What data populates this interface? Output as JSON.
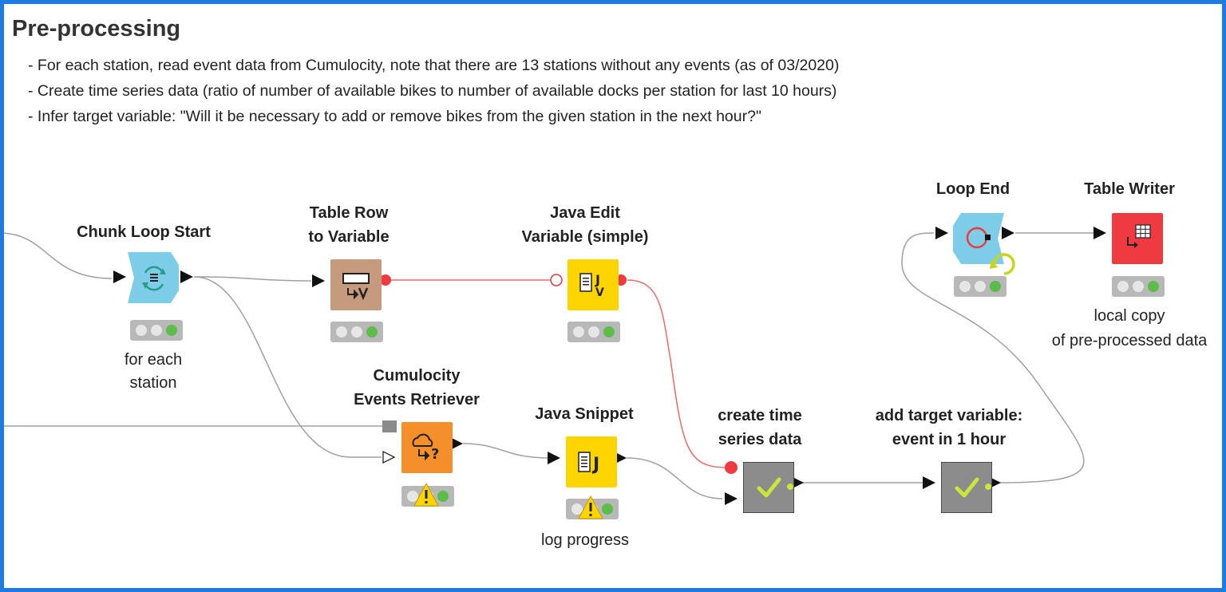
{
  "annotation": {
    "title": "Pre-processing",
    "lines": [
      " -  For each station, read event data from Cumulocity, note that there are 13 stations without any events (as of 03/2020)",
      " - Create time series data (ratio of number of available bikes to number of available docks per station for last 10 hours)",
      " - Infer target variable: \"Will it be necessary to add or remove bikes from the given station in the next hour?\""
    ]
  },
  "nodes": {
    "chunk_loop_start": {
      "title": "Chunk Loop Start",
      "caption_1": "for each",
      "caption_2": "station",
      "status": "executed"
    },
    "table_row_to_variable": {
      "title_1": "Table Row",
      "title_2": "to Variable",
      "status": "executed"
    },
    "java_edit_variable": {
      "title_1": "Java Edit",
      "title_2": "Variable (simple)",
      "status": "executed"
    },
    "cumulocity_events_retriever": {
      "title_1": "Cumulocity",
      "title_2": "Events Retriever",
      "status": "executed",
      "warning": true
    },
    "java_snippet": {
      "title": "Java Snippet",
      "caption": "log progress",
      "status": "executed",
      "warning": true
    },
    "create_time_series": {
      "title_1": "create time",
      "title_2": "series data",
      "type": "metanode"
    },
    "add_target_variable": {
      "title_1": "add target variable:",
      "title_2": "event in 1 hour",
      "type": "metanode"
    },
    "loop_end": {
      "title": "Loop End",
      "status": "executed"
    },
    "table_writer": {
      "title": "Table Writer",
      "caption_1": "local copy",
      "caption_2": "of pre-processed data",
      "status": "executed"
    }
  },
  "colors": {
    "frame_border": "#1e7be6",
    "loop_node": "#7dcde8",
    "manipulator_node": "#c69a7d",
    "java_node": "#ffd500",
    "source_node": "#f58f2a",
    "writer_node": "#ee3a40",
    "metanode": "#8c8c8c",
    "variable_wire": "#ee6a6a",
    "data_wire": "#a0a0a0",
    "status_green": "#5cbd4a"
  }
}
